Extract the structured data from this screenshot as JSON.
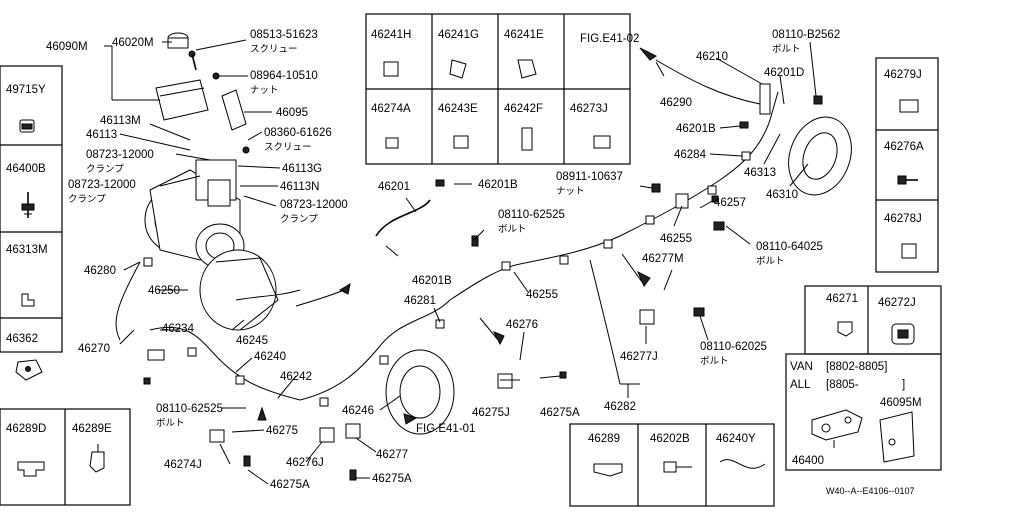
{
  "left_column": [
    "49715Y",
    "46400B",
    "46313M",
    "46362"
  ],
  "bottom_left_boxes": [
    "46289D",
    "46289E"
  ],
  "top_grid_row1": [
    "46241H",
    "46241G",
    "46241E"
  ],
  "top_grid_fig_ref": "FIG.E41-02",
  "top_grid_row2": [
    "46274A",
    "46243E",
    "46242F",
    "46273J"
  ],
  "right_column": [
    "46279J",
    "46276A",
    "46278J"
  ],
  "right_pair": [
    "46271",
    "46272J"
  ],
  "van_box": {
    "line1_label": "VAN",
    "line1_range": "[8802-8805]",
    "line2_label": "ALL",
    "line2_range": "[8805-",
    "line2_end": "]",
    "part1": "46095M",
    "part2": "46400"
  },
  "bottom_boxes": [
    "46289",
    "46202B",
    "46240Y"
  ],
  "reference_code": "W40--A--E4106--0107",
  "callouts": {
    "c46090M": "46090M",
    "c46020M": "46020M",
    "c08513": "08513-51623",
    "c_screw1": "スクリュー",
    "c08964": "08964-10510",
    "c_nut1": "ナット",
    "c46095": "46095",
    "c46113M": "46113M",
    "c46113": "46113",
    "c08360": "08360-61626",
    "c_screw2": "スクリュー",
    "c08723a": "08723-12000",
    "c_clamp1": "クランプ",
    "c46113G": "46113G",
    "c08723b": "08723-12000",
    "c_clamp2": "クランプ",
    "c46113N": "46113N",
    "c08723c": "08723-12000",
    "c_clamp3": "クランプ",
    "c46280": "46280",
    "c46250": "46250",
    "c46270": "46270",
    "c46234": "46234",
    "c46245": "46245",
    "c46240": "46240",
    "c46242": "46242",
    "c08110_62525a": "08110-62525",
    "c_bolt1": "ボルト",
    "c46275": "46275",
    "c46274J": "46274J",
    "c46275A_a": "46275A",
    "c46276J": "46276J",
    "c46277": "46277",
    "c46275A_b": "46275A",
    "c46246": "46246",
    "cFIG_E41_01": "FIG.E41-01",
    "c46201": "46201",
    "c46201B_a": "46201B",
    "c08110_62525b": "08110-62525",
    "c_bolt2": "ボルト",
    "c46201B_b": "46201B",
    "c46281": "46281",
    "c46255a": "46255",
    "c46276": "46276",
    "c46275J": "46275J",
    "c46275A_c": "46275A",
    "c46282": "46282",
    "c08911": "08911-10637",
    "c_nut2": "ナット",
    "c46255b": "46255",
    "c46257": "46257",
    "c46277M": "46277M",
    "c46277J": "46277J",
    "c08110_62025": "08110-62025",
    "c_bolt3": "ボルト",
    "c08110_64025": "08110-64025",
    "c_bolt4": "ボルト",
    "c46210": "46210",
    "c08110_B2562": "08110-B2562",
    "c_bolt5": "ボルト",
    "c46201D": "46201D",
    "c46290": "46290",
    "c46201B_c": "46201B",
    "c46284": "46284",
    "c46313": "46313",
    "c46310": "46310"
  }
}
